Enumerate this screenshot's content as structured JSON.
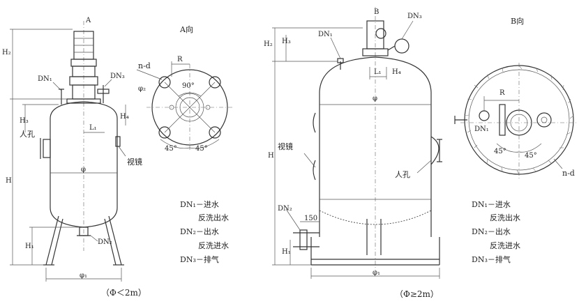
{
  "small_vessel": {
    "caption": "（Φ＜2m）",
    "labels": {
      "A": "A",
      "H2": "H₂",
      "DN1": "DN₁",
      "DN3": "DN₃",
      "H3": "H₃",
      "H4": "H₄",
      "L1": "L₁",
      "manhole": "人孔",
      "phi": "φ",
      "sight_glass": "视镜",
      "H": "H",
      "H1": "H₁",
      "DN2": "DN₂",
      "phi1": "φ₁"
    }
  },
  "view_a": {
    "title": "A向",
    "labels": {
      "nd": "n-d",
      "R": "R",
      "phi2": "φ₂",
      "angle90": "90°",
      "angle45a": "45°",
      "angle45b": "45°"
    }
  },
  "legend": {
    "line1": "DN₁－进水",
    "line2": "反洗出水",
    "line3": "DN₂－出水",
    "line4": "反洗进水",
    "line5": "DN₃－排气"
  },
  "large_vessel": {
    "caption": "（Φ≥2m）",
    "labels": {
      "B": "B",
      "DN3": "DN₃",
      "H2": "H₂",
      "H3": "H₃",
      "DN1": "DN₁",
      "H4": "H₄",
      "L1": "L₁",
      "phi": "φ",
      "sight_glass": "视镜",
      "H": "H",
      "manhole": "人孔",
      "DN2": "DN₂",
      "dim150": "150",
      "H1": "H₁",
      "phi1": "φ₁"
    }
  },
  "view_b": {
    "title": "B向",
    "labels": {
      "R": "R",
      "DN1": "DN₁",
      "angle45a": "45°",
      "angle45b": "45°",
      "nd": "n-d"
    }
  },
  "legend2": {
    "line1": "DN₁－进水",
    "line2": "反洗出水",
    "line3": "DN₂－出水",
    "line4": "反洗进水",
    "line5": "DN₃－排气"
  }
}
